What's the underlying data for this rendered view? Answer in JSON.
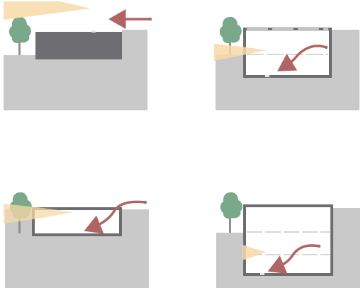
{
  "colors": {
    "ground": "#c9c9c9",
    "building_solid": "#6e6e72",
    "frame": "#6d6d70",
    "interior": "#ffffff",
    "tree_foliage": "#7aa88a",
    "tree_trunk": "#8f8f8f",
    "sunlight": "#f7d9a8",
    "arrow": "#b06464",
    "slab_dash": "#d6d6d6"
  },
  "panels": [
    {
      "id": "top-left",
      "variant": "solid-building-above-ground",
      "icons": [
        "tree-icon",
        "sunlight-beam-icon",
        "wind-arrow-icon"
      ]
    },
    {
      "id": "top-right",
      "variant": "sunken-single-storey",
      "icons": [
        "tree-icon",
        "sunlight-beam-icon",
        "wind-arrow-icon"
      ]
    },
    {
      "id": "bottom-left",
      "variant": "half-sunken-single-storey",
      "icons": [
        "tree-icon",
        "sunlight-beam-icon",
        "wind-arrow-icon"
      ]
    },
    {
      "id": "bottom-right",
      "variant": "sunken-two-storey",
      "icons": [
        "tree-icon",
        "sunlight-beam-icon",
        "wind-arrow-icon"
      ]
    }
  ]
}
